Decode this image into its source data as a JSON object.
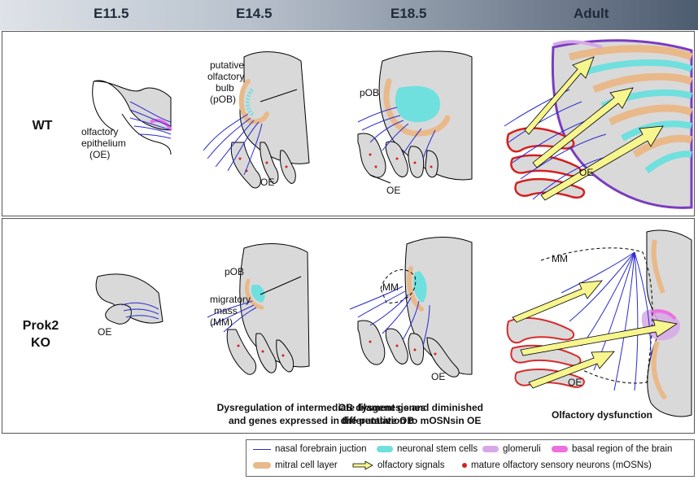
{
  "stages": [
    "E11.5",
    "E14.5",
    "E18.5",
    "Adult"
  ],
  "rows": {
    "wt": "WT",
    "ko_line1": "Prok2",
    "ko_line2": "KO"
  },
  "annotations": {
    "oe_label_1": "olfactory",
    "oe_label_2": "epithelium",
    "oe_label_3": "(OE)",
    "pob_label_1": "putative",
    "pob_label_2": "olfactory",
    "pob_label_3": "bulb",
    "pob_label_4": "(pOB)",
    "oe": "OE",
    "pob": "pOB",
    "mm_label_1": "migratory",
    "mm_label_2": "mass",
    "mm_label_3": "(MM)",
    "mm": "MM"
  },
  "captions": {
    "c1_line1": "Dysregulation of intermediate filament genes",
    "c1_line2": "and genes expressed in the putative OB",
    "c2_line1": "OB dysgenesis and diminished",
    "c2_line2": "differentiation to mOSNsin OE",
    "c3": "Olfactory dysfunction"
  },
  "legend": [
    {
      "label": "nasal forebrain juction",
      "color": "#2a2ad0",
      "icon": "line-icon"
    },
    {
      "label": "neuronal stem cells",
      "color": "#6fe0de",
      "icon": "pill-icon"
    },
    {
      "label": "glomeruli",
      "color": "#d6a8e8",
      "icon": "pill-icon"
    },
    {
      "label": "basal region of the brain",
      "color": "#ee6fe0",
      "icon": "pill-icon"
    },
    {
      "label": "mitral cell layer",
      "color": "#e9b98a",
      "icon": "pill-icon"
    },
    {
      "label": "olfactory signals",
      "color": "#f6f58e",
      "icon": "arrow-icon"
    },
    {
      "label": "mature olfactory sensory neurons (mOSNs)",
      "color": "#d62020",
      "icon": "dot-icon"
    }
  ],
  "colors": {
    "nerve": "#2a2ad0",
    "tissue": "#d9d9d9",
    "stem": "#6fe0de",
    "glomeruli": "#d6a8e8",
    "basal": "#ee6fe0",
    "mitral": "#e9b98a",
    "signal": "#f6f58e",
    "mosn": "#d62020"
  }
}
